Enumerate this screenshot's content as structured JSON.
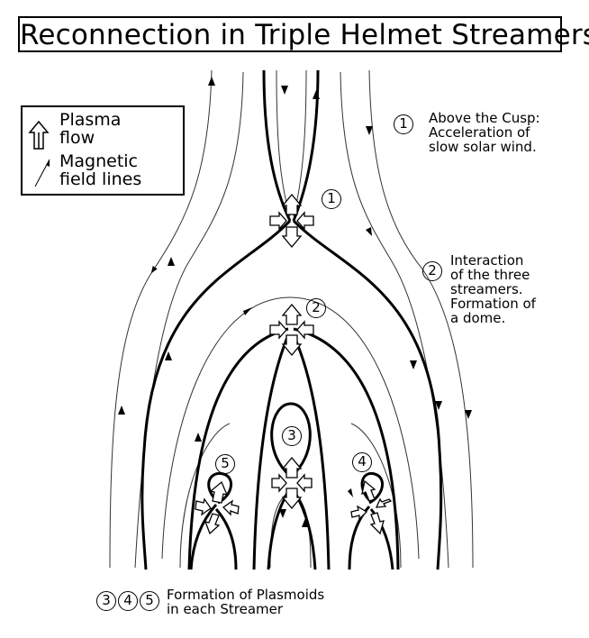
{
  "title": "Reconnection in Triple Helmet Streamers",
  "legend": {
    "plasma_flow_label_1": "Plasma",
    "plasma_flow_label_2": "flow",
    "field_lines_label_1": "Magnetic",
    "field_lines_label_2": "field lines"
  },
  "markers": {
    "m1": "1",
    "m2": "2",
    "m3": "3",
    "m4": "4",
    "m5": "5"
  },
  "notes": {
    "note1": {
      "number": "1",
      "lines": [
        "Above the Cusp:",
        "Acceleration of",
        "slow solar wind."
      ]
    },
    "note2": {
      "number": "2",
      "lines": [
        "Interaction",
        "of the three",
        "streamers.",
        "Formation of",
        "a dome."
      ]
    },
    "note345": {
      "numbers": [
        "3",
        "4",
        "5"
      ],
      "lines": [
        "Formation of Plasmoids",
        "in each Streamer"
      ]
    }
  },
  "colors": {
    "line": "#000000",
    "thin_line": "#444444",
    "background": "#ffffff"
  }
}
